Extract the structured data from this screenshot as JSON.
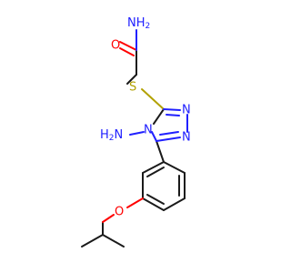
{
  "molecule": {
    "labels": {
      "amide_n": "NH",
      "amide_n_sub": "2",
      "amide_o": "O",
      "sulfur": "S",
      "ring_n_top": "N",
      "ring_n_bottom": "N",
      "ring_n4": "N",
      "amino_n": "H",
      "amino_n_sub": "2",
      "amino_n_tail": "N",
      "ether_o": "O"
    },
    "colors": {
      "bond": "#1a1a1a",
      "nitrogen": "#2020ff",
      "oxygen": "#ff0000",
      "sulfur": "#b2a100"
    }
  }
}
